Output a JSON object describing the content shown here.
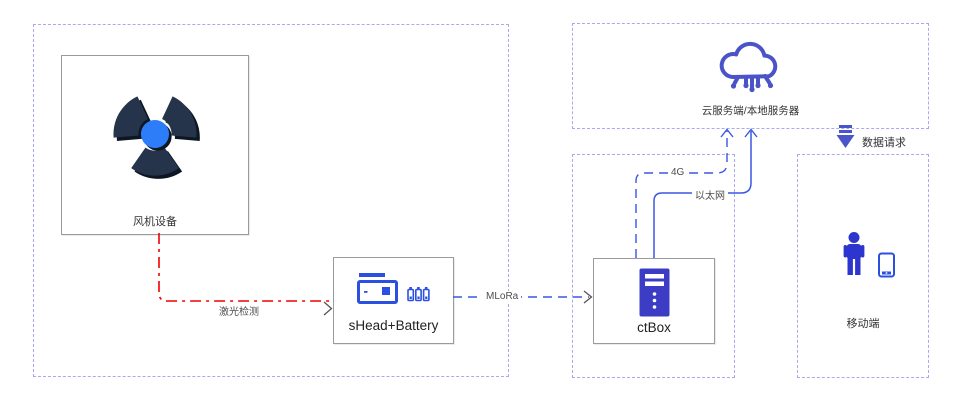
{
  "groups": {
    "cloud": {
      "label": "云服务端/本地服务器"
    },
    "mobile": {
      "label": "移动端"
    }
  },
  "nodes": {
    "fan": {
      "label": "风机设备"
    },
    "shead": {
      "label": "sHead+Battery"
    },
    "ctbox": {
      "label": "ctBox"
    }
  },
  "links": {
    "laser": {
      "label": "激光检测"
    },
    "mlora": {
      "label": "MLoRa"
    },
    "g4": {
      "label": "4G"
    },
    "ethernet": {
      "label": "以太网"
    },
    "data_request": {
      "label": "数据请求"
    }
  },
  "colors": {
    "laser_red": "#f20000",
    "link_blue": "#3a56e4",
    "border_dashed": "#a9a9ef",
    "box_border": "#9b9b9b",
    "icon_blue": "#2b4fe0",
    "icon_indigo": "#3c3cc4",
    "cloud_blue": "#4a54c8",
    "person_blue": "#2d35cf",
    "fan_dark": "#25344a",
    "fan_shadow": "#0d1724",
    "fan_center": "#2e7df8",
    "arrow_gray": "#555555",
    "data_arrow": "#4a55cb"
  }
}
